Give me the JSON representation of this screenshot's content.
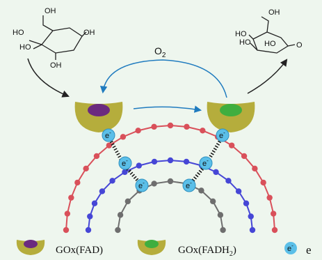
{
  "molecules": {
    "glucose": {
      "oh_top": "OH",
      "ho_left_upper": "HO",
      "ho_left_lower": "HO",
      "oh_right_upper": "OH",
      "oh_bottom": "OH"
    },
    "gluconolactone": {
      "oh_top": "OH",
      "ho_upper": "HO",
      "ho_lower": "HO",
      "ho_inner": "HO",
      "carbonyl_o": "O"
    }
  },
  "oxygen": {
    "symbol": "O",
    "subscript": "2"
  },
  "electron": {
    "symbol": "e",
    "charge": "-"
  },
  "legend": {
    "fad_label": "GOx(FAD)",
    "fadh2_label": "GOx(FADH",
    "fadh2_sub": "2",
    "fadh2_close": ")",
    "electron_label": "e"
  },
  "colors": {
    "background": "#eef6ee",
    "enzyme_body": "#b5ad3c",
    "fad_cofactor": "#6b2a7f",
    "fadh2_cofactor": "#3fae3f",
    "electron_fill": "#5bbfe8",
    "arrow_blue": "#1f7bbf",
    "chain_red": "#d9505a",
    "chain_blue": "#4646d6",
    "chain_gray": "#6e6e6e"
  }
}
